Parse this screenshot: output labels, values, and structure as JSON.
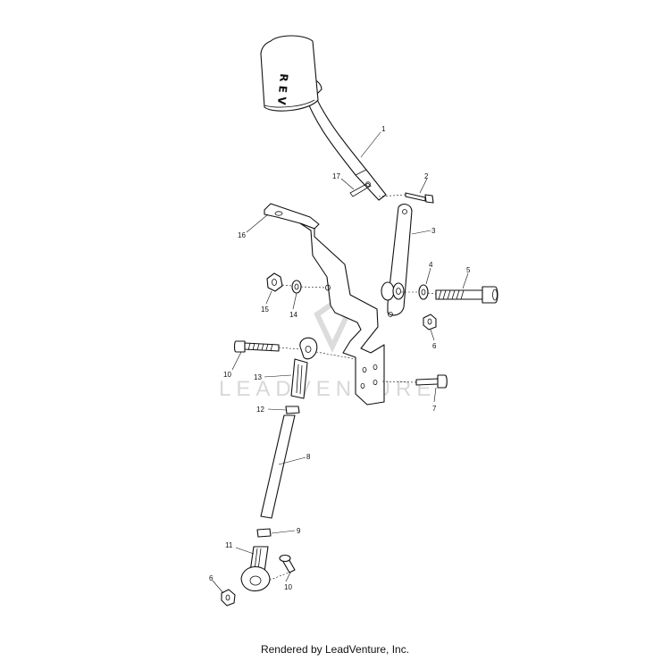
{
  "callouts": {
    "c1": "1",
    "c2": "2",
    "c3": "3",
    "c4": "4",
    "c5": "5",
    "c6a": "6",
    "c6b": "6",
    "c7": "7",
    "c8": "8",
    "c9": "9",
    "c10a": "10",
    "c10b": "10",
    "c11": "11",
    "c12": "12",
    "c13": "13",
    "c14": "14",
    "c15": "15",
    "c16": "16",
    "c17": "17"
  },
  "handle_lettering": "R E V",
  "watermark": "LEADVENTURE",
  "footer": "Rendered by LeadVenture, Inc."
}
